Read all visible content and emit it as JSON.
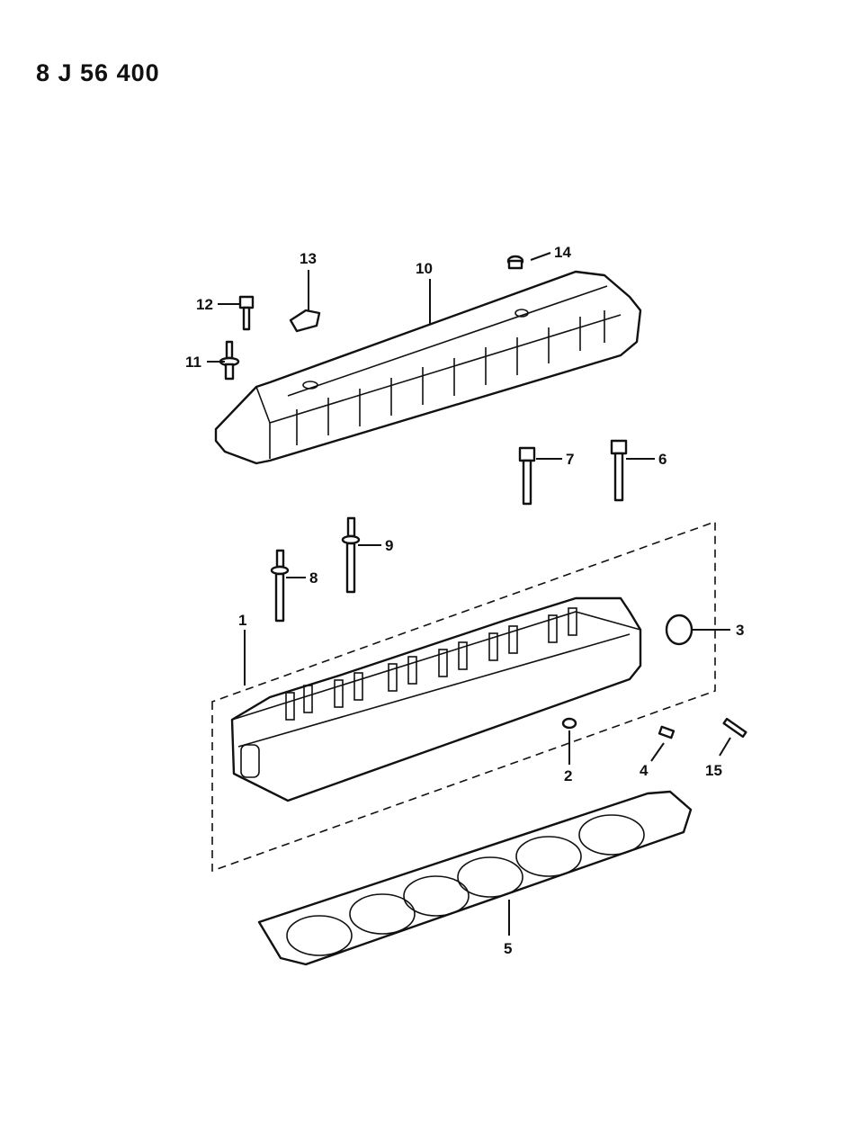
{
  "diagram": {
    "reference_code": "8 J 56 400",
    "callouts": [
      "1",
      "2",
      "3",
      "4",
      "5",
      "6",
      "7",
      "8",
      "9",
      "10",
      "11",
      "12",
      "13",
      "14",
      "15"
    ]
  }
}
